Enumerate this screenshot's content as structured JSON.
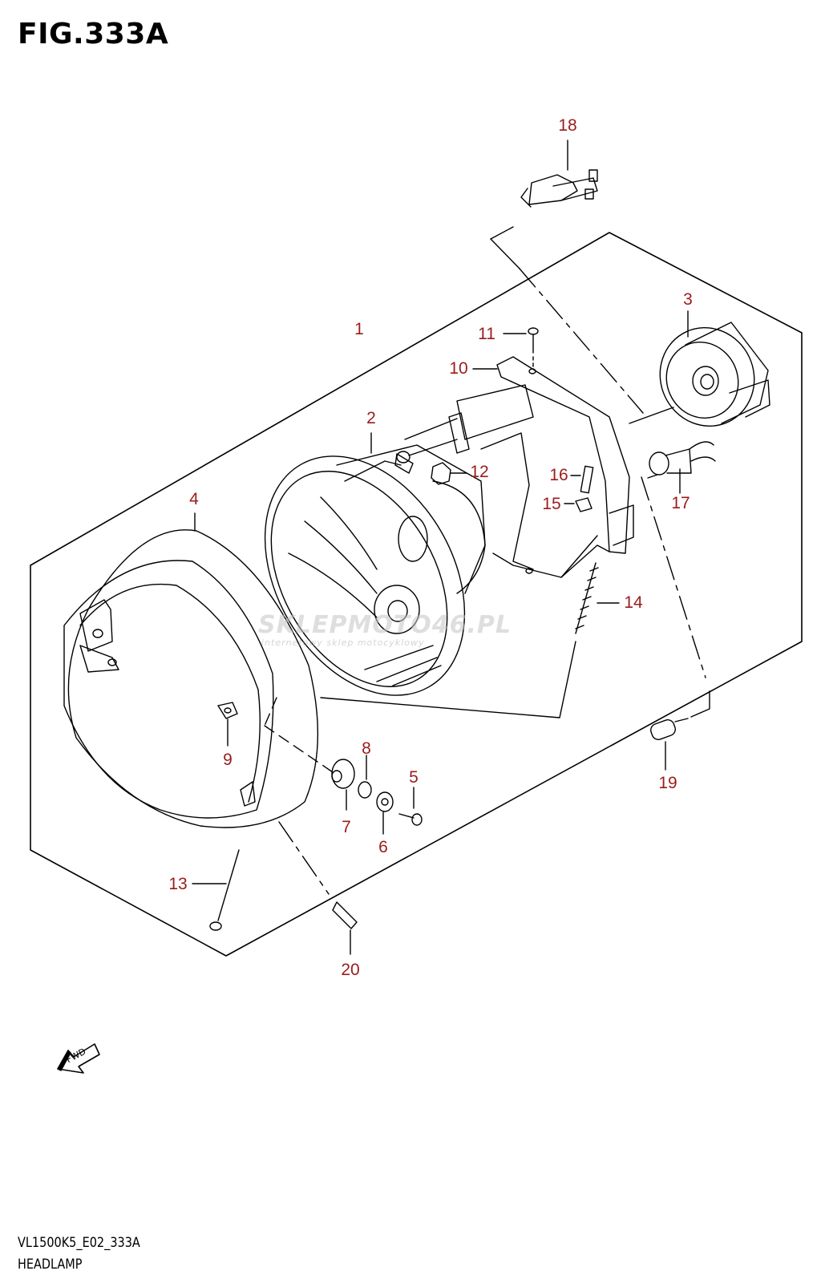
{
  "figure": {
    "title": "FIG.333A",
    "code": "VL1500K5_E02_333A",
    "name": "HEADLAMP"
  },
  "watermark": {
    "main": "SKLEPMOTO46.PL",
    "sub": "internetowy sklep motocyklowy"
  },
  "fwd_label": "FWD",
  "callouts": {
    "c1": "1",
    "c2": "2",
    "c3": "3",
    "c4": "4",
    "c5": "5",
    "c6": "6",
    "c7": "7",
    "c8": "8",
    "c9": "9",
    "c10": "10",
    "c11": "11",
    "c12": "12",
    "c13": "13",
    "c14": "14",
    "c15": "15",
    "c16": "16",
    "c17": "17",
    "c18": "18",
    "c19": "19",
    "c20": "20"
  },
  "colors": {
    "callout": "#9b1c1c",
    "line": "#000000"
  }
}
